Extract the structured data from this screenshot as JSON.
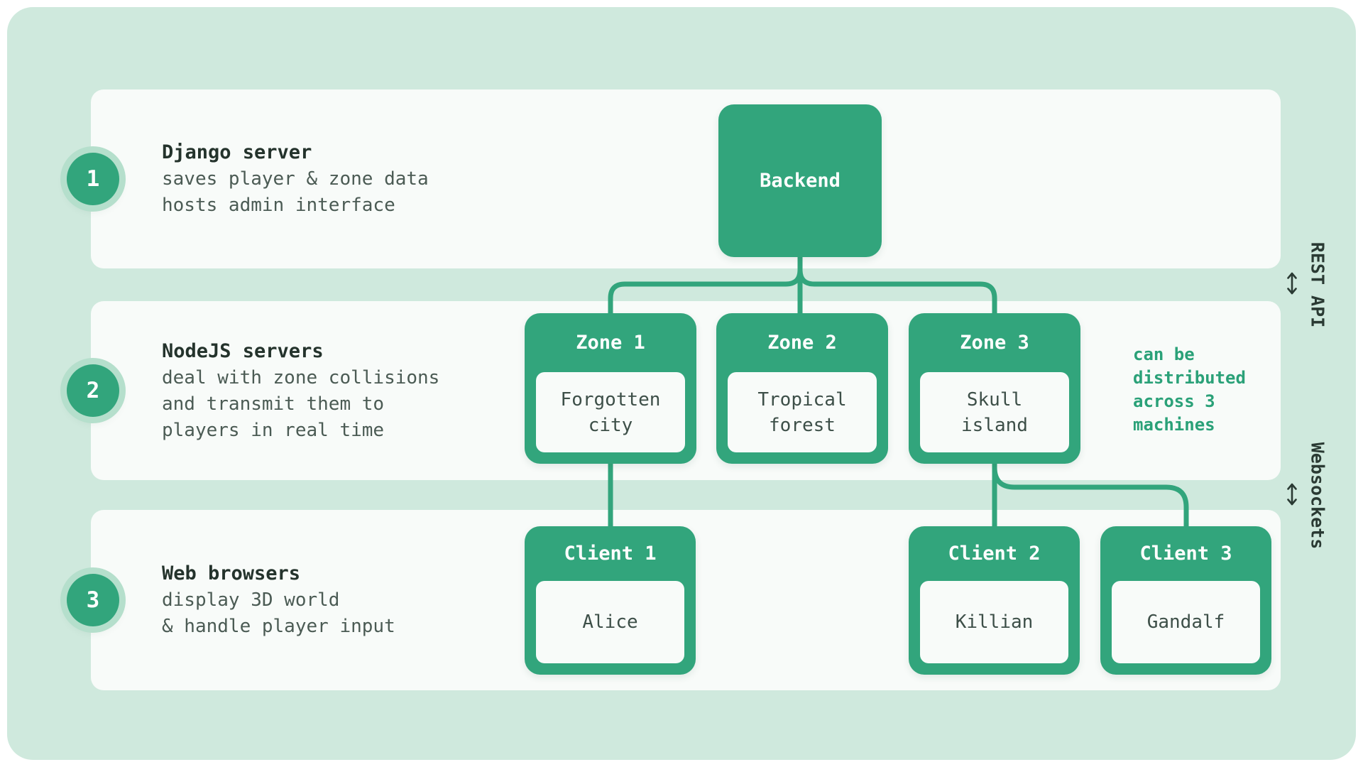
{
  "colors": {
    "background": "#ffffff",
    "canvas": "#cfe9dd",
    "row_background": "#f8fbf9",
    "accent_green": "#32a57c",
    "badge_ring": "#b5dfcc",
    "title_text": "#24332c",
    "body_text": "#4b5b54",
    "note_green": "#2aa178"
  },
  "steps": [
    {
      "number": "1",
      "title": "Django server",
      "lines": [
        "saves player & zone data",
        "hosts admin interface"
      ]
    },
    {
      "number": "2",
      "title": "NodeJS servers",
      "lines": [
        "deal with zone collisions",
        "and transmit them to",
        "players in real time"
      ]
    },
    {
      "number": "3",
      "title": "Web browsers",
      "lines": [
        "display 3D world",
        "& handle player input"
      ]
    }
  ],
  "diagram": {
    "backend_label": "Backend",
    "zones": [
      {
        "title": "Zone 1",
        "lines": [
          "Forgotten",
          "city"
        ]
      },
      {
        "title": "Zone 2",
        "lines": [
          "Tropical",
          "forest"
        ]
      },
      {
        "title": "Zone 3",
        "lines": [
          "Skull",
          "island"
        ]
      }
    ],
    "clients": [
      {
        "title": "Client 1",
        "content": "Alice"
      },
      {
        "title": "Client 2",
        "content": "Killian"
      },
      {
        "title": "Client 3",
        "content": "Gandalf"
      }
    ],
    "note_lines": [
      "can be",
      "distributed",
      "across 3",
      "machines"
    ],
    "side_labels": [
      {
        "label": "REST API"
      },
      {
        "label": "Websockets"
      }
    ]
  }
}
